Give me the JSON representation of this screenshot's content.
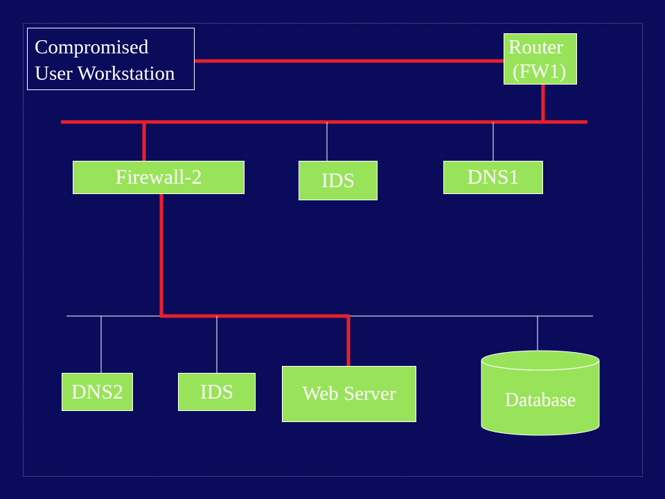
{
  "nodes": {
    "workstation_line1": "Compromised",
    "workstation_line2": "User Workstation",
    "router_line1": "Router",
    "router_line2": "(FW1)",
    "firewall2": "Firewall-2",
    "ids_upper": "IDS",
    "dns1": "DNS1",
    "dns2": "DNS2",
    "ids_lower": "IDS",
    "web_server": "Web Server",
    "database": "Database"
  },
  "colors": {
    "background": "#0b0b5c",
    "node_fill": "#99e35b",
    "attack_path": "#e8202a",
    "normal_link": "#ffffff"
  }
}
